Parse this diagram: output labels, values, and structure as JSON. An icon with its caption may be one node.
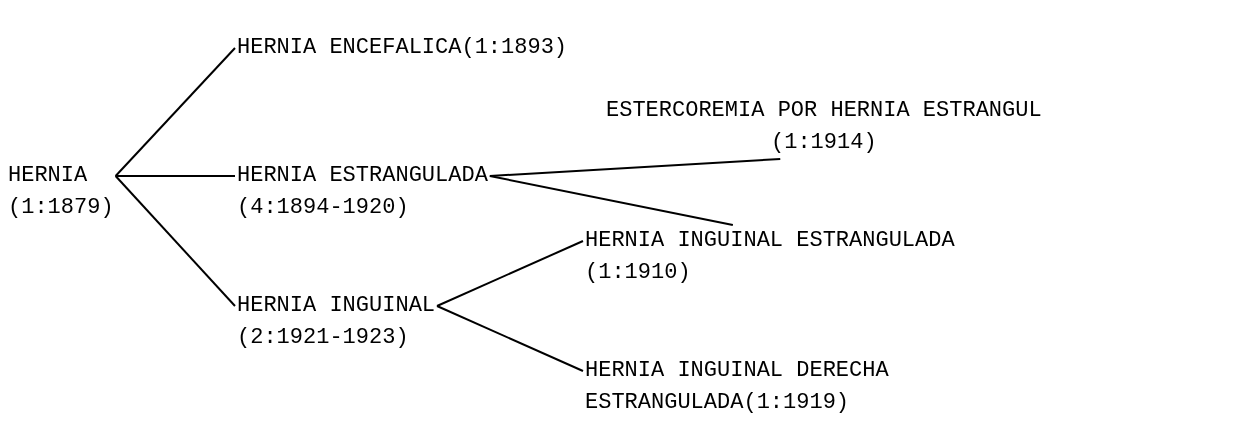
{
  "diagram": {
    "nodes": [
      {
        "text": [
          "HERNIA (1:1879)"
        ]
      },
      {
        "text": [
          "HERNIA ENCEFALICA(1:1893)"
        ]
      },
      {
        "text": [
          "HERNIA ESTRANGULADA (4:1894-1920)"
        ]
      },
      {
        "text": [
          "ESTERCOREMIA POR HERNIA ESTRANGUL (1:1914)"
        ]
      },
      {
        "text": [
          "HERNIA INGUINAL (2:1921-1923)"
        ]
      },
      {
        "text": [
          "HERNIA INGUINAL ESTRANGULADA (1:1910)"
        ]
      },
      {
        "text": [
          "HERNIA INGUINAL DERECHA ESTRANGULADA(1:1919)"
        ]
      }
    ],
    "edges": [
      {
        "from": 0,
        "to": 1,
        "arrow": "none"
      },
      {
        "from": 0,
        "to": 2,
        "arrow": "none"
      },
      {
        "from": 0,
        "to": 4,
        "arrow": "none"
      },
      {
        "from": 2,
        "to": 3,
        "arrow": "none"
      },
      {
        "from": 2,
        "to": 5,
        "arrow": "none"
      },
      {
        "from": 4,
        "to": 5,
        "arrow": "none"
      },
      {
        "from": 4,
        "to": 6,
        "arrow": "none"
      }
    ]
  }
}
